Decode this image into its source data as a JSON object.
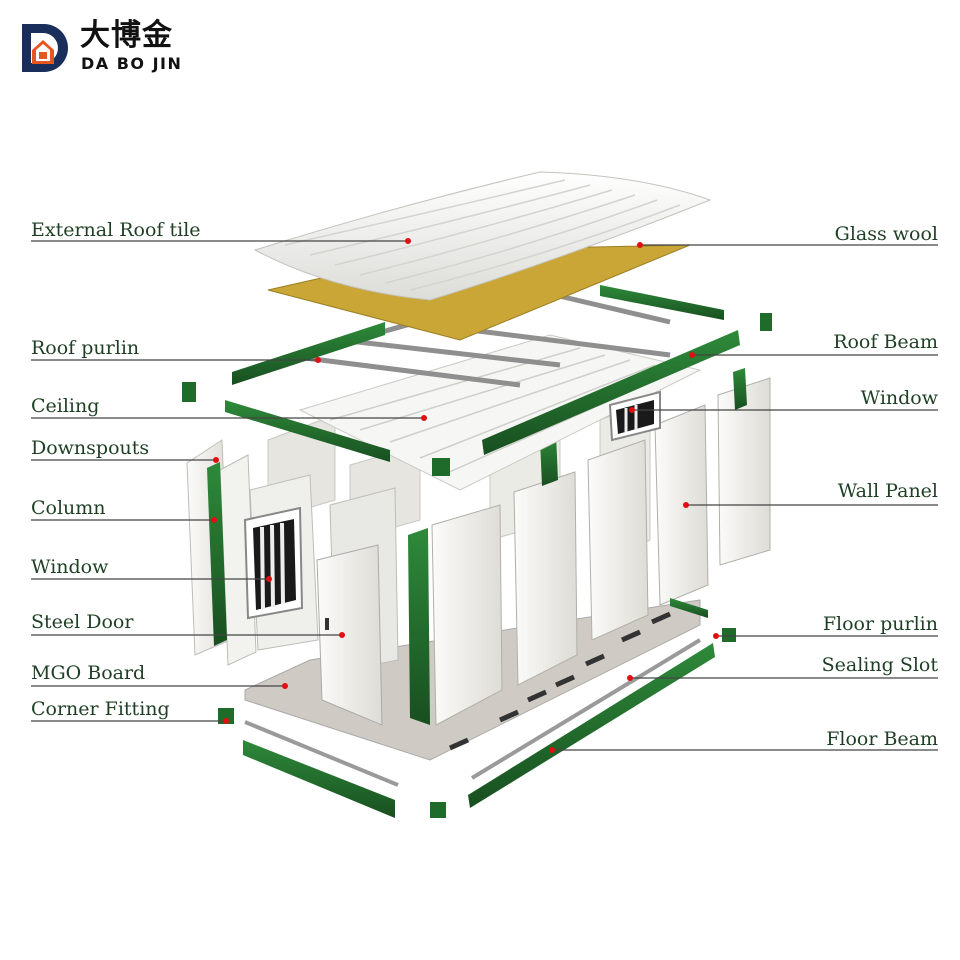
{
  "brand": {
    "name_cn": "大博金",
    "name_en": "DA BO JIN",
    "accent": "#e8561f",
    "dark": "#1a2e5c"
  },
  "colors": {
    "frame_green": "#1f6b2a",
    "leader_line": "#444444",
    "pointer_dot": "#e01010",
    "panel_white": "#f1f1ee",
    "glass_wool": "#c9a636"
  },
  "labels_left": [
    "External Roof tile",
    "Roof purlin",
    "Ceiling",
    "Downspouts",
    "Column",
    "Window",
    "Steel Door",
    "MGO Board",
    "Corner Fitting"
  ],
  "labels_right": [
    "Glass wool",
    "Roof Beam",
    "Window",
    "Wall Panel",
    "Floor purlin",
    "Sealing Slot",
    "Floor Beam"
  ]
}
